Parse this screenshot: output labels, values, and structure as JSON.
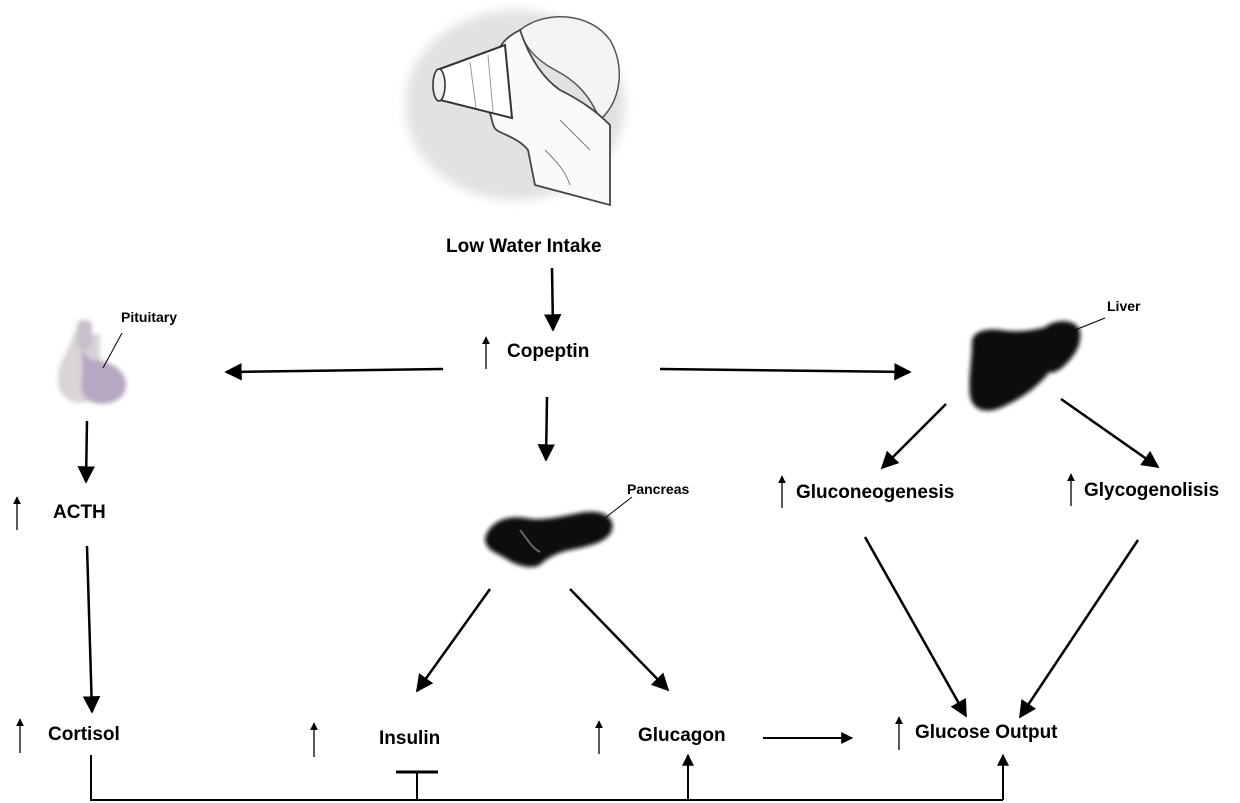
{
  "labels": {
    "low_water_intake": "Low Water Intake",
    "copeptin": "Copeptin",
    "pituitary": "Pituitary",
    "liver": "Liver",
    "pancreas": "Pancreas",
    "acth": "ACTH",
    "gluconeogenesis": "Gluconeogenesis",
    "glycogenolisis": "Glycogenolisis",
    "cortisol": "Cortisol",
    "insulin": "Insulin",
    "glucagon": "Glucagon",
    "glucose_output": "Glucose Output"
  },
  "icons": {
    "person": "person-drinking-icon",
    "pituitary": "pituitary-gland-icon",
    "liver": "liver-icon",
    "pancreas": "pancreas-icon",
    "increase": "up-arrow-icon"
  },
  "colors": {
    "ink": "#000000",
    "organ": "#111111",
    "pituitary": "#b9a8c4",
    "sketch_bg": "#e6e6e6"
  }
}
